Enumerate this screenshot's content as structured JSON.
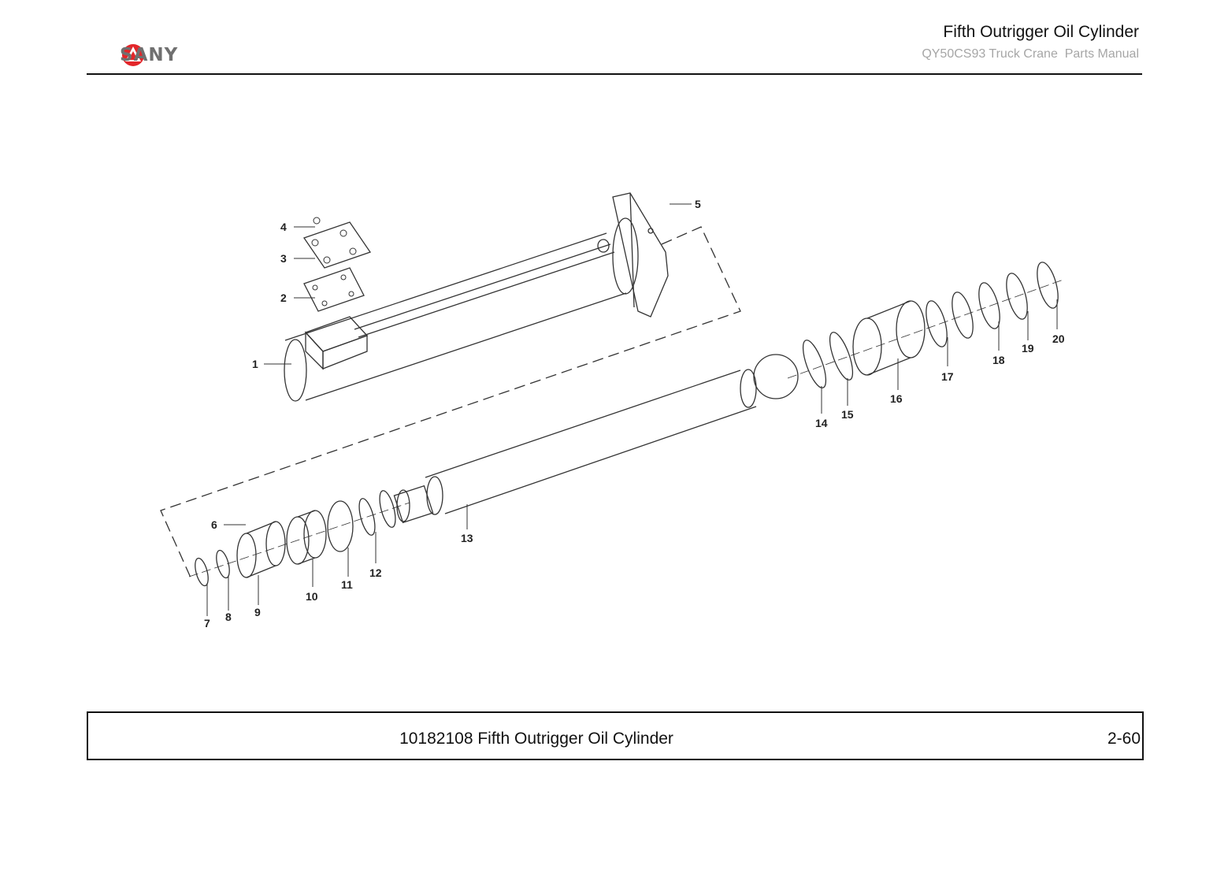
{
  "header": {
    "brand": "SANY",
    "title": "Fifth Outrigger Oil Cylinder",
    "subtitle": "QY50CS93 Truck Crane  Parts Manual"
  },
  "drawing": {
    "callouts": [
      "1",
      "2",
      "3",
      "4",
      "5",
      "6",
      "7",
      "8",
      "9",
      "10",
      "11",
      "12",
      "13",
      "14",
      "15",
      "16",
      "17",
      "18",
      "19",
      "20"
    ]
  },
  "footer": {
    "caption": "10182108 Fifth Outrigger Oil Cylinder",
    "page_number": "2-60"
  },
  "colors": {
    "brand_red": "#e3262a",
    "logo_gray": "#707070",
    "subtitle_gray": "#a6a6a6"
  }
}
